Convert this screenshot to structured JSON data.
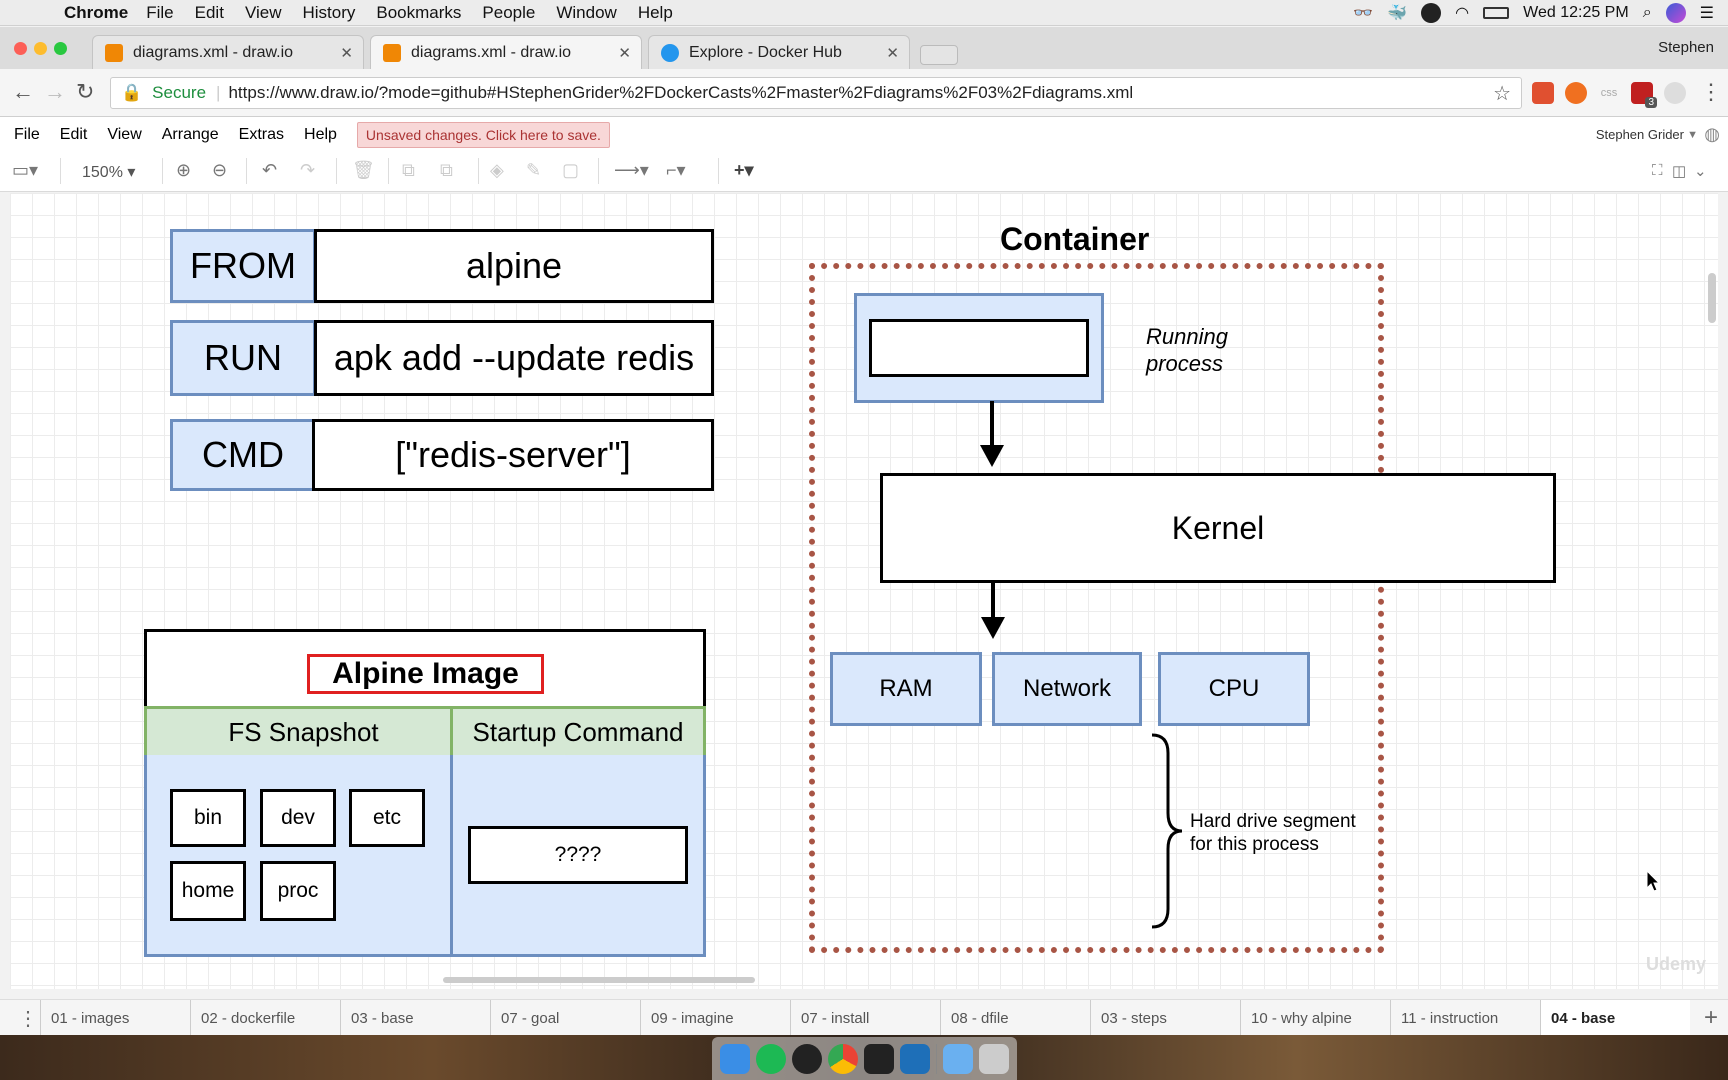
{
  "mac_menu": {
    "app": "Chrome",
    "items": [
      "File",
      "Edit",
      "View",
      "History",
      "Bookmarks",
      "People",
      "Window",
      "Help"
    ],
    "clock": "Wed 12:25 PM"
  },
  "browser": {
    "tabs": [
      {
        "title": "diagrams.xml - draw.io"
      },
      {
        "title": "diagrams.xml - draw.io"
      },
      {
        "title": "Explore - Docker Hub"
      }
    ],
    "profile": "Stephen",
    "secure_label": "Secure",
    "url": "https://www.draw.io/?mode=github#HStephenGrider%2FDockerCasts%2Fmaster%2Fdiagrams%2F03%2Fdiagrams.xml",
    "extension_badge": "3"
  },
  "drawio": {
    "menu": [
      "File",
      "Edit",
      "View",
      "Arrange",
      "Extras",
      "Help"
    ],
    "unsaved": "Unsaved changes. Click here to save.",
    "user": "Stephen Grider",
    "zoom": "150%"
  },
  "diagram": {
    "dockerfile": [
      {
        "instruction": "FROM",
        "arg": "alpine"
      },
      {
        "instruction": "RUN",
        "arg": "apk add --update redis"
      },
      {
        "instruction": "CMD",
        "arg": "[\"redis-server\"]"
      }
    ],
    "image": {
      "title": "Alpine Image",
      "fs_header": "FS Snapshot",
      "cmd_header": "Startup Command",
      "folders": [
        "bin",
        "dev",
        "etc",
        "home",
        "proc"
      ],
      "command": "????"
    },
    "container": {
      "title": "Container",
      "process_note": "Running process",
      "kernel": "Kernel",
      "resources": [
        "RAM",
        "Network",
        "CPU"
      ],
      "hd_note": "Hard drive segment for this process"
    }
  },
  "pages": [
    {
      "label": "01 - images"
    },
    {
      "label": "02 - dockerfile"
    },
    {
      "label": "03 - base"
    },
    {
      "label": "07 - goal"
    },
    {
      "label": "09 - imagine"
    },
    {
      "label": "07 - install"
    },
    {
      "label": "08 - dfile"
    },
    {
      "label": "03 - steps"
    },
    {
      "label": "10 - why alpine"
    },
    {
      "label": "11 - instruction"
    },
    {
      "label": "04 - base"
    }
  ],
  "active_page": "04 - base",
  "watermark": "Udemy",
  "colors": {
    "blue_fill": "#dae8fc",
    "blue_stroke": "#6c8ebf",
    "green_fill": "#d5e8d4",
    "green_stroke": "#82b366",
    "container_border": "#a85545",
    "highlight_red": "#e02020"
  }
}
